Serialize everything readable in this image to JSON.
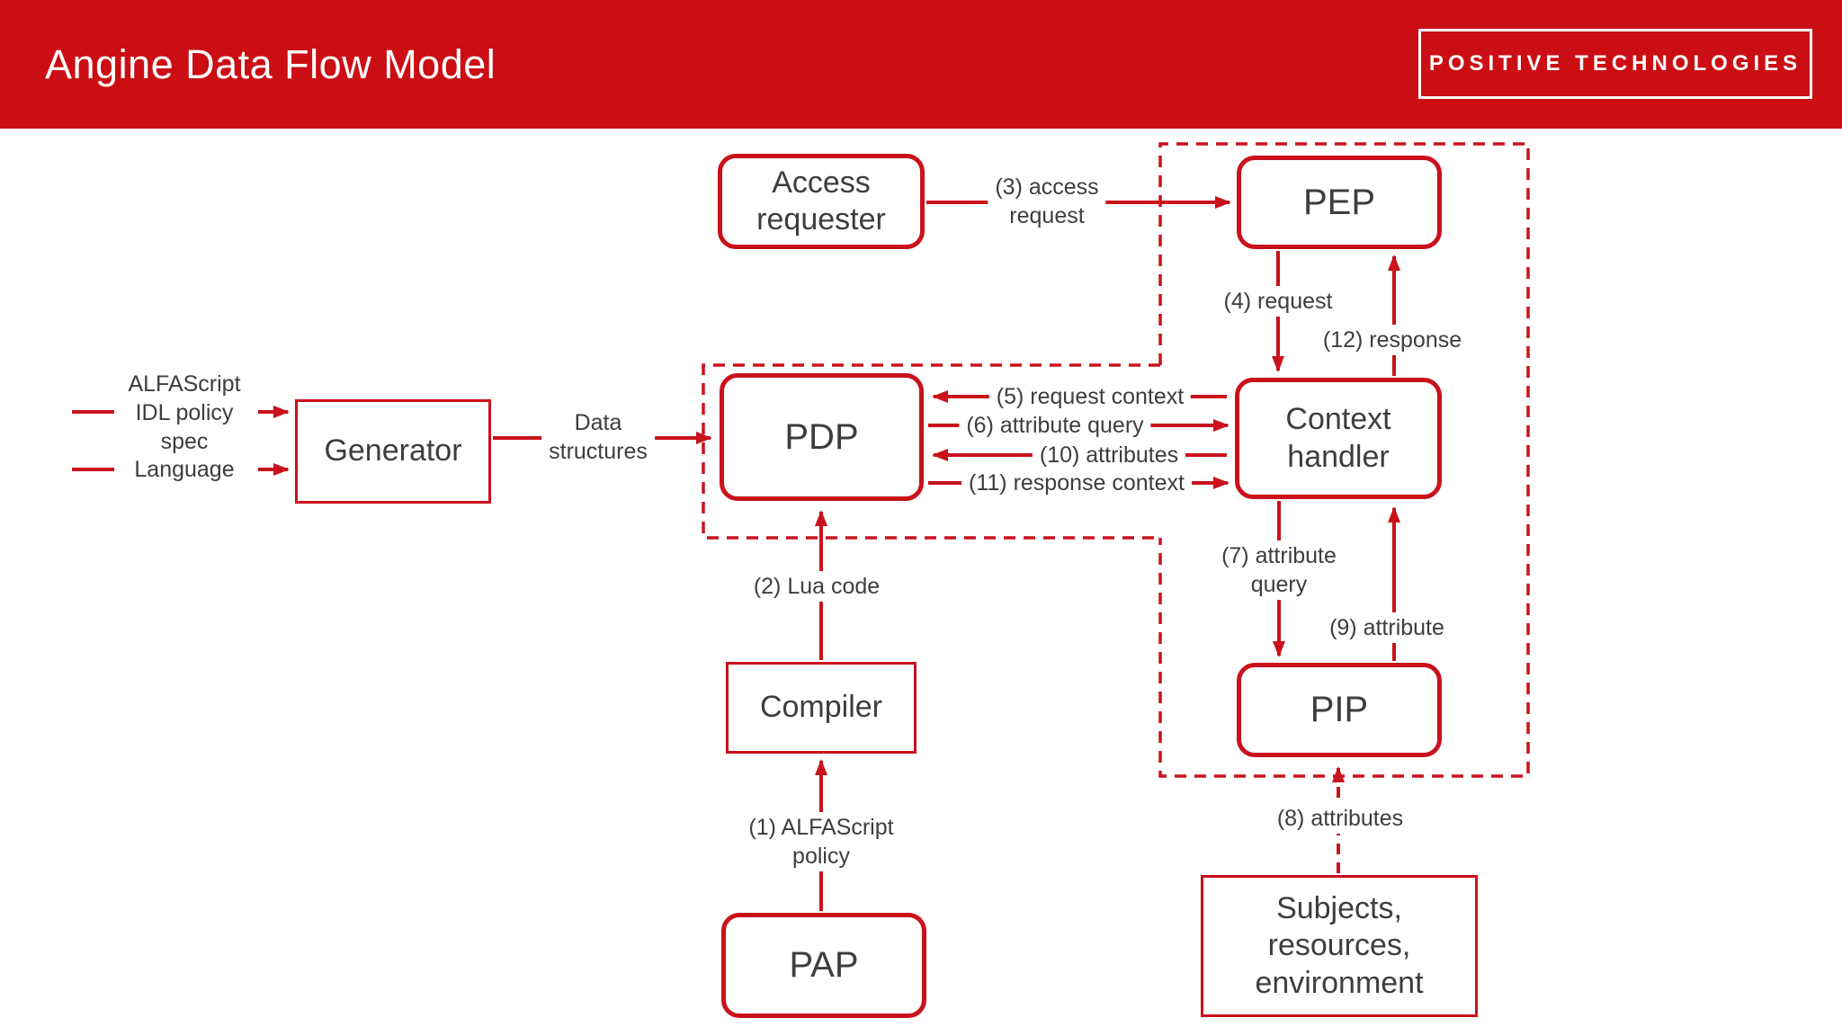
{
  "header": {
    "title": "Angine Data Flow Model",
    "logo_text": "POSITIVE TECHNOLOGIES"
  },
  "colors": {
    "banner_red": "#cb0e13",
    "diagram_red": "#c9121c",
    "text_dark": "#3d3d3d",
    "background": "#ffffff"
  },
  "nodes": {
    "access_requester": "Access\nrequester",
    "pep": "PEP",
    "generator": "Generator",
    "pdp": "PDP",
    "context_handler": "Context\nhandler",
    "compiler": "Compiler",
    "pip": "PIP",
    "pap": "PAP",
    "subjects": "Subjects,\nresources,\nenvironment"
  },
  "edge_labels": {
    "access_request": "(3) access\nrequest",
    "request": "(4) request",
    "response": "(12) response",
    "request_context": "(5) request context",
    "attribute_query": "(6) attribute query",
    "attributes_10": "(10) attributes",
    "response_context": "(11) response context",
    "attribute_query_7": "(7) attribute\nquery",
    "attribute_9": "(9) attribute",
    "attributes_8": "(8) attributes",
    "lua_code": "(2) Lua code",
    "alfascript_policy": "(1) ALFAScript\npolicy",
    "data_structures": "Data\nstructures"
  },
  "inputs": {
    "alfascript_idl": "ALFAScript\nIDL policy\nspec",
    "language": "Language"
  }
}
